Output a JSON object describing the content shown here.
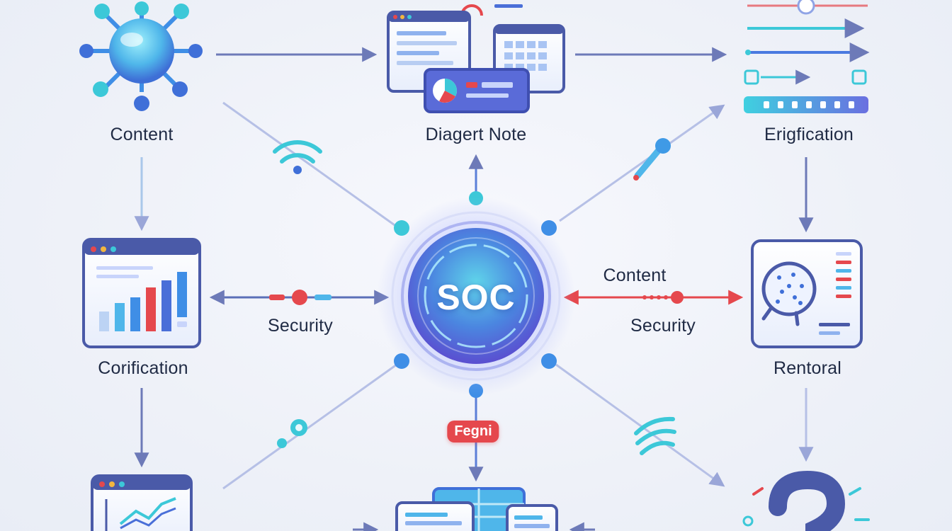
{
  "labels": {
    "content_top": "Content",
    "diagert_note": "Diagert Note",
    "erigfication": "Erigfication",
    "corification": "Corification",
    "rentoral": "Rentoral",
    "security_left": "Security",
    "content_right": "Content",
    "security_right": "Security",
    "fegni_badge": "Fegni"
  },
  "center": {
    "title": "SOC"
  },
  "colors": {
    "primary_blue": "#4a6fd8",
    "teal": "#3cc8d8",
    "arrow_gray": "#6d7ab8",
    "alert_red": "#e5484d",
    "text": "#1f2a44"
  },
  "icons": [
    "network-hub-icon",
    "dashboard-windows-icon",
    "slider-arrows-icon",
    "bar-chart-window-icon",
    "radar-window-icon",
    "line-chart-window-icon",
    "database-windows-icon",
    "question-mark-icon",
    "wifi-icon",
    "pen-icon",
    "signal-icon"
  ]
}
